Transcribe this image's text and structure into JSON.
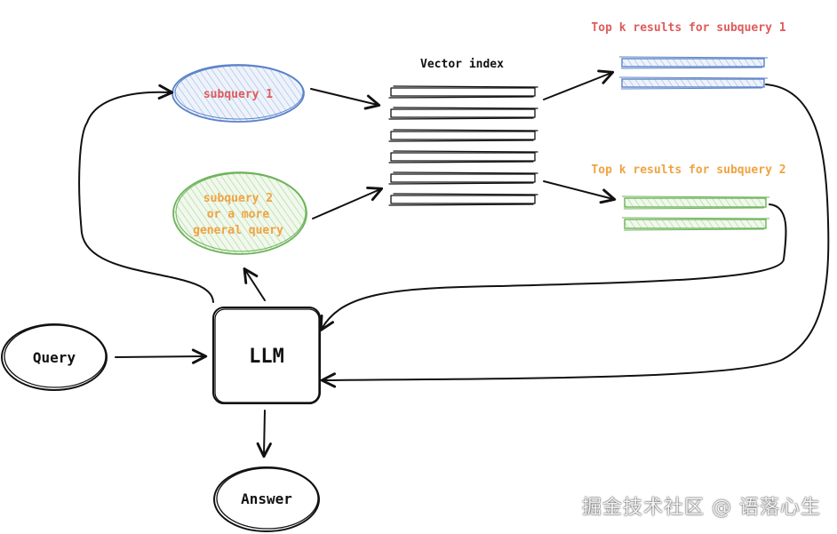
{
  "nodes": {
    "query": "Query",
    "llm": "LLM",
    "answer": "Answer",
    "subquery1": "subquery 1",
    "subquery2_lines": [
      "subquery 2",
      "or a more",
      "general query"
    ],
    "vector_index": "Vector index",
    "topk1": "Top k results for subquery 1",
    "topk2": "Top k results for subquery 2"
  },
  "colors": {
    "ink": "#111111",
    "red": "#e05a5a",
    "orange": "#f0a340",
    "blue": "#5b83c8",
    "blue_fill": "#dbe6f6",
    "green": "#6db35a",
    "green_fill": "#e3f2da"
  },
  "watermark": "掘金技术社区 @ 语落心生"
}
